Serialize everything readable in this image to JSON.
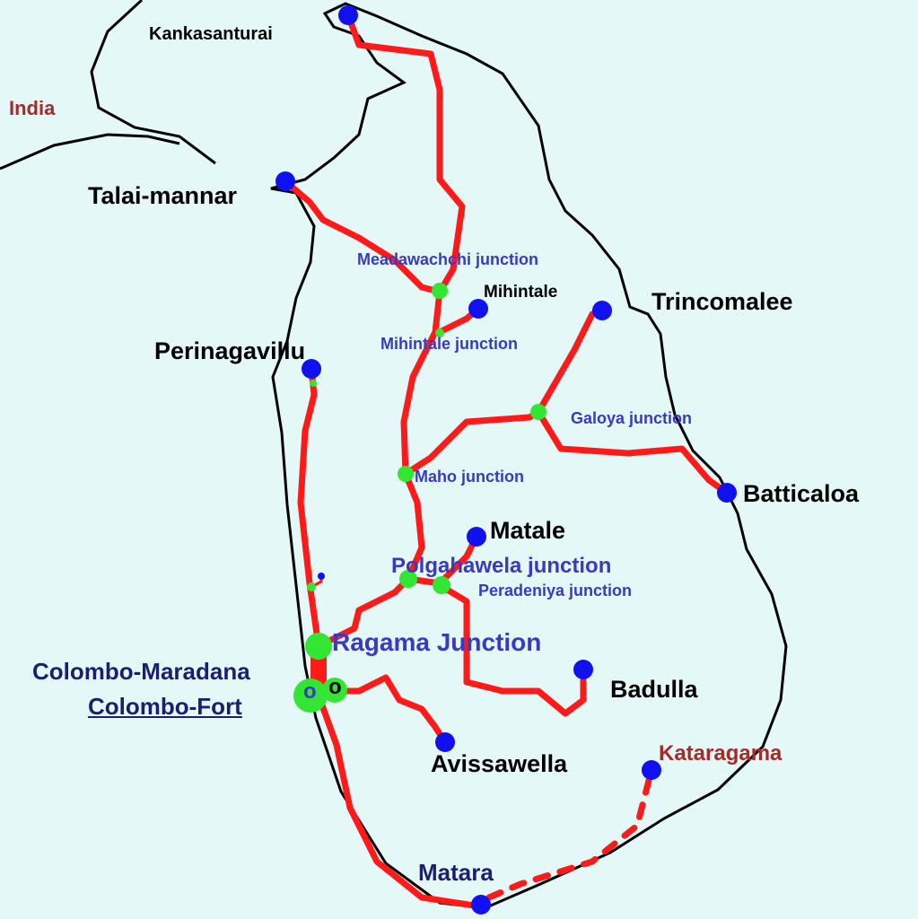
{
  "title": "Sri Lanka railway map",
  "colors": {
    "rail": "#ff1a1a",
    "coast": "#000000",
    "station": "#1010f0",
    "junction": "#33e633",
    "label_blue": "#3a3ac0",
    "label_red": "#a52a2a"
  },
  "labels": {
    "india": "India",
    "kankasanturai": "Kankasanturai",
    "talai_mannar": "Talai-mannar",
    "meadawachchi": "Meadawachchi junction",
    "mihintale": "Mihintale",
    "mihintale_junction": "Mihintale junction",
    "trincomalee": "Trincomalee",
    "perinagavillu": "Perinagavillu",
    "galoya": "Galoya junction",
    "maho": "Maho junction",
    "batticaloa": "Batticaloa",
    "matale": "Matale",
    "polgahawela": "Polgahawela junction",
    "peradeniya": "Peradeniya junction",
    "ragama": "Ragama Junction",
    "colombo_maradana": "Colombo-Maradana",
    "colombo_fort": "Colombo-Fort",
    "badulla": "Badulla",
    "avissawella": "Avissawella",
    "kataragama": "Kataragama",
    "matara": "Matara",
    "marker_o": "o"
  }
}
